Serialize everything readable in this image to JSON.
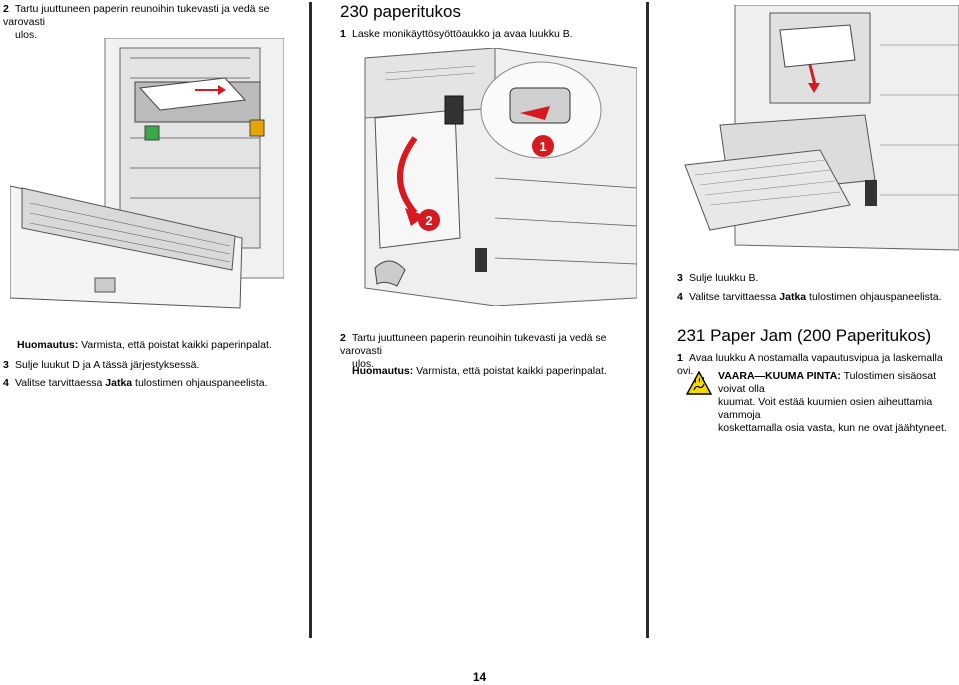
{
  "col1": {
    "step2_num": "2",
    "step2_text": "Tartu juuttuneen paperin reunoihin tukevasti ja vedä se varovasti",
    "step2_text2": "ulos.",
    "note_label": "Huomautus:",
    "note_text": " Varmista, että poistat kaikki paperinpalat.",
    "step3_num": "3",
    "step3_text": "Sulje luukut D ja A tässä järjestyksessä.",
    "step4_num": "4",
    "step4_pre": "Valitse tarvittaessa ",
    "step4_bold": "Jatka",
    "step4_post": " tulostimen ohjauspaneelista."
  },
  "col2": {
    "title": "230 paperitukos",
    "step1_num": "1",
    "step1_text": "Laske monikäyttösyöttöaukko ja avaa luukku B.",
    "callout1": "1",
    "callout2": "2",
    "step2_num": "2",
    "step2_text": "Tartu juuttuneen paperin reunoihin tukevasti ja vedä se varovasti",
    "step2_text2": "ulos.",
    "note_label": "Huomautus:",
    "note_text": " Varmista, että poistat kaikki paperinpalat."
  },
  "col3": {
    "step3_num": "3",
    "step3_text": "Sulje luukku B.",
    "step4_num": "4",
    "step4_pre": "Valitse tarvittaessa ",
    "step4_bold": "Jatka",
    "step4_post": " tulostimen ohjauspaneelista.",
    "title": "231 Paper Jam (200 Paperitukos)",
    "step1_num": "1",
    "step1_text": "Avaa luukku A nostamalla vapautusvipua ja laskemalla ovi.",
    "warning_label": "VAARA—KUUMA PINTA:",
    "warning_line1": " Tulostimen sisäosat voivat olla",
    "warning_line2": "kuumat. Voit estää kuumien osien aiheuttamia vammoja",
    "warning_line3": "koskettamalla osia vasta, kun ne ovat jäähtyneet."
  },
  "footer": {
    "page_number": "14"
  },
  "colors": {
    "divider": "#2a2a2a",
    "callout_red": "#d71920",
    "warning_yellow": "#f5d800"
  }
}
